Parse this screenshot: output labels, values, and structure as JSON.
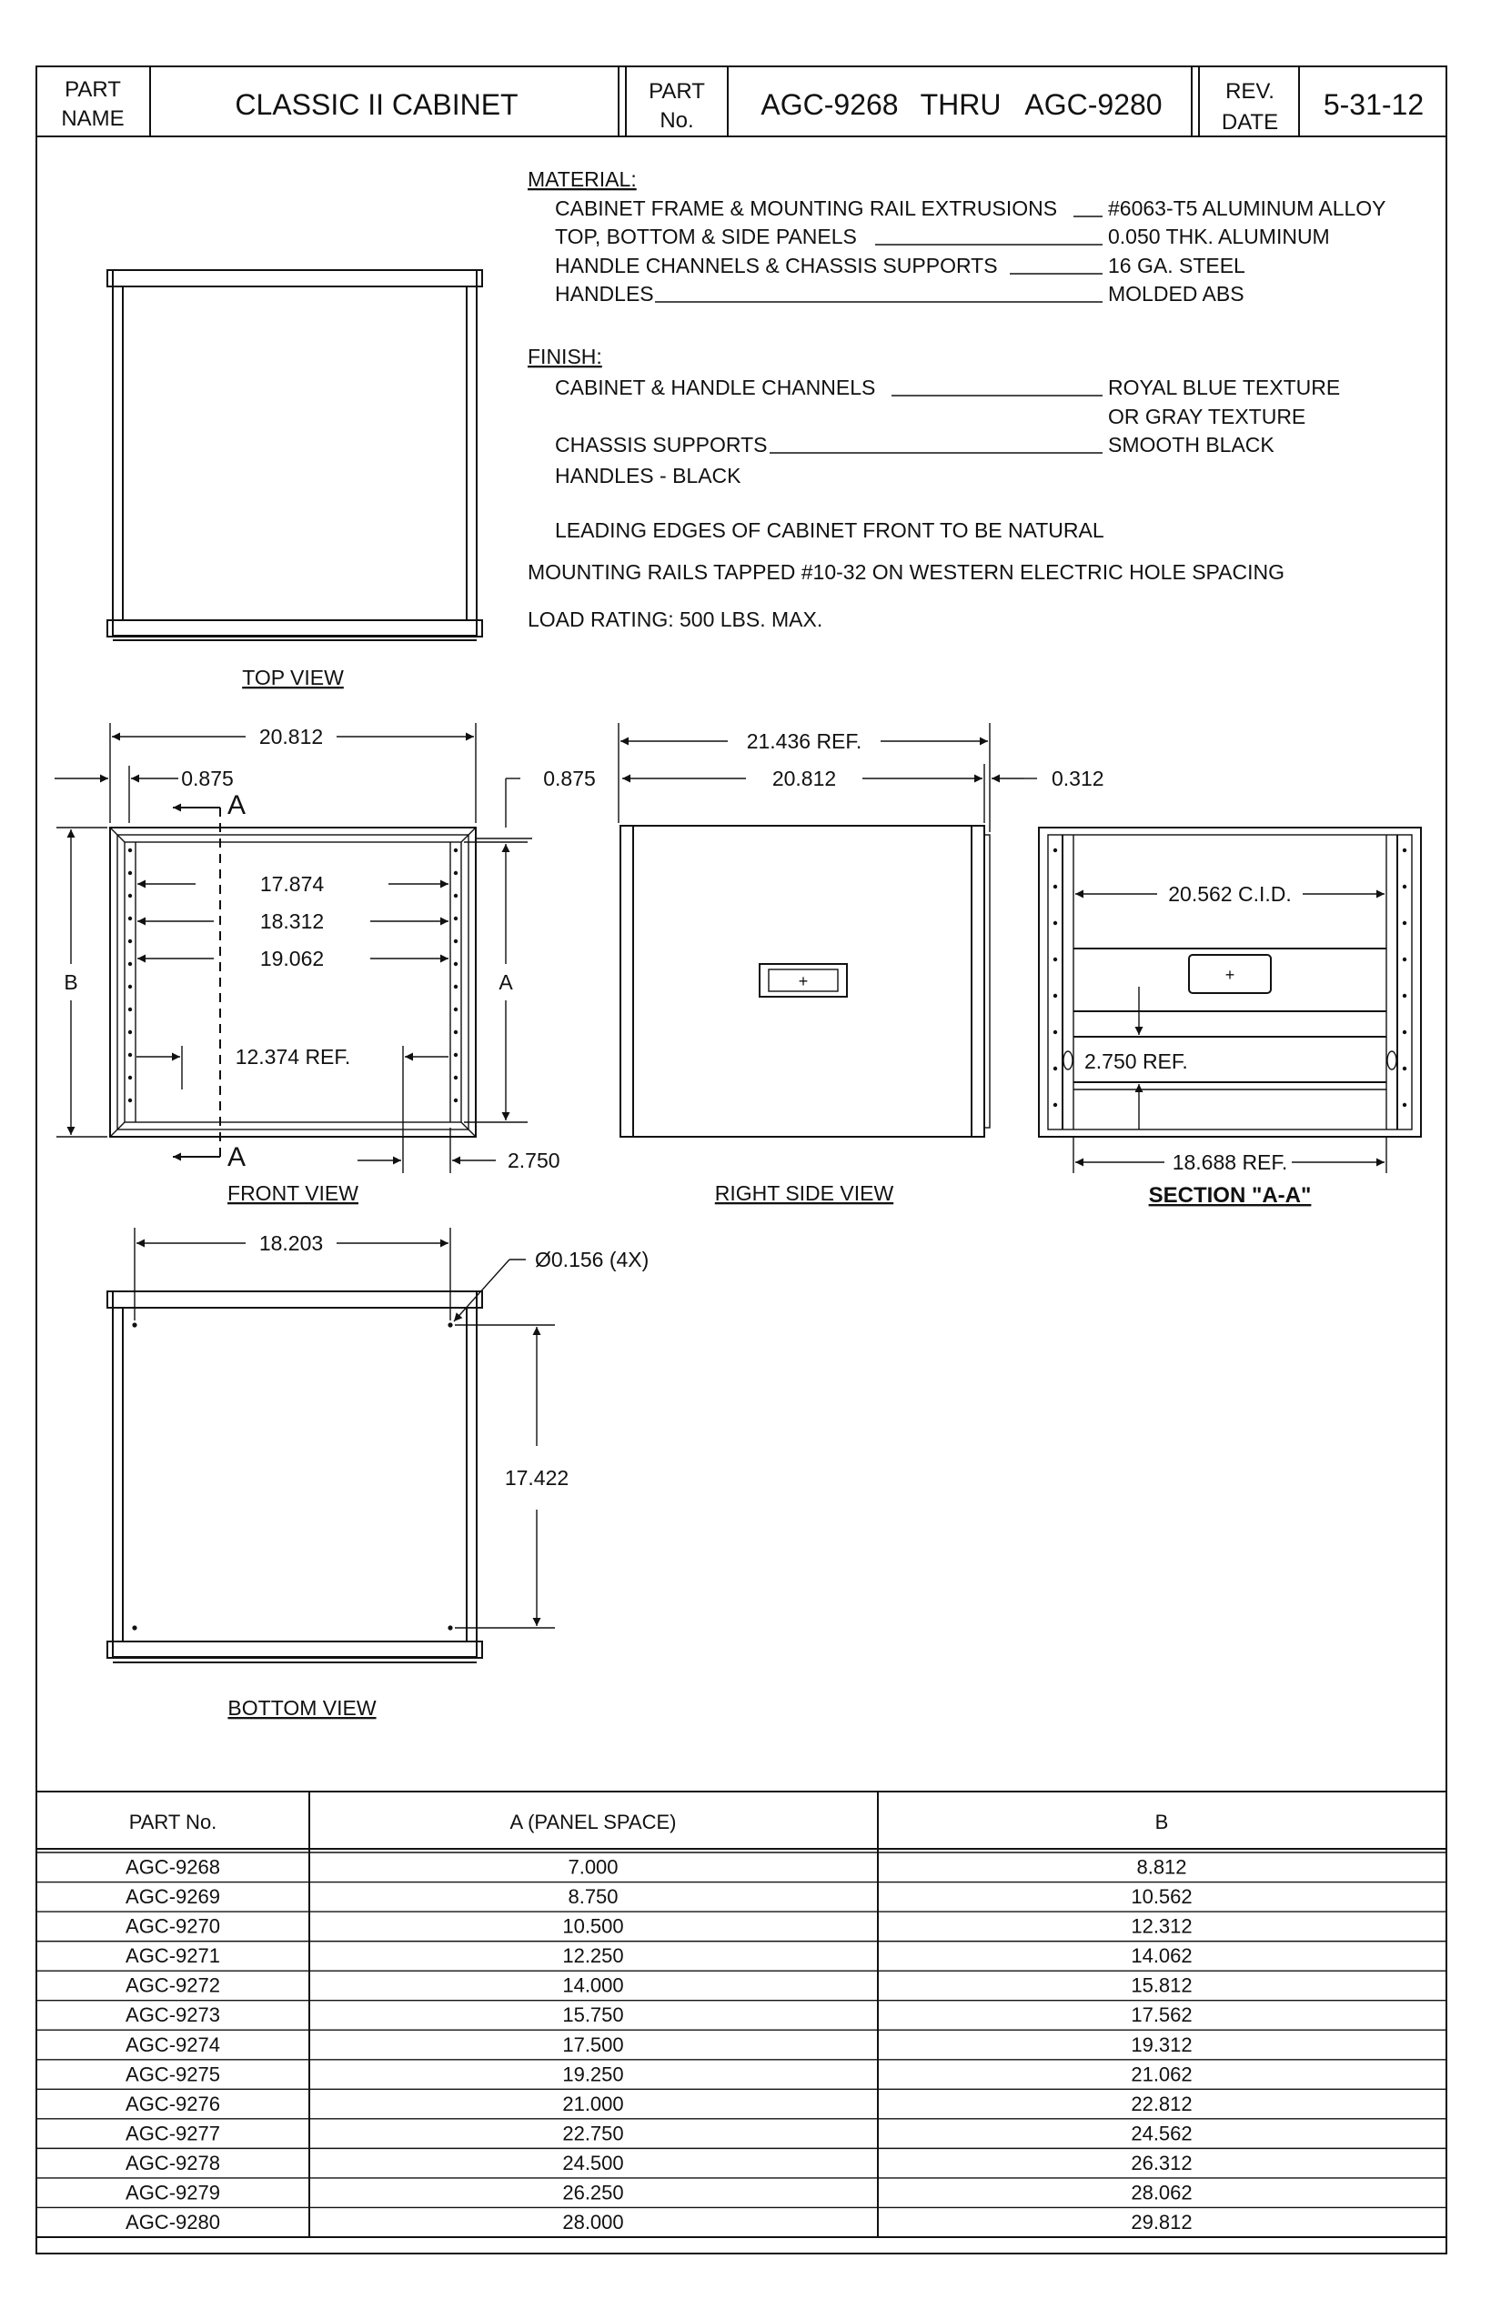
{
  "title_block": {
    "part_name_label_1": "PART",
    "part_name_label_2": "NAME",
    "part_name": "CLASSIC II CABINET",
    "part_no_label_1": "PART",
    "part_no_label_2": "No.",
    "part_no_from": "AGC-9268",
    "part_no_thru": "THRU",
    "part_no_to": "AGC-9280",
    "rev_label_1": "REV.",
    "rev_label_2": "DATE",
    "rev_date": "5-31-12"
  },
  "notes": {
    "material_heading": "MATERIAL:",
    "material": [
      {
        "item": "CABINET FRAME & MOUNTING RAIL EXTRUSIONS",
        "spec": "#6063-T5 ALUMINUM ALLOY"
      },
      {
        "item": "TOP, BOTTOM & SIDE PANELS",
        "spec": "0.050 THK. ALUMINUM"
      },
      {
        "item": "HANDLE CHANNELS & CHASSIS SUPPORTS",
        "spec": "16 GA. STEEL"
      },
      {
        "item": "HANDLES",
        "spec": "MOLDED ABS"
      }
    ],
    "finish_heading": "FINISH:",
    "finish_1_item": "CABINET & HANDLE CHANNELS",
    "finish_1_spec": "ROYAL BLUE TEXTURE",
    "finish_1_spec_2": "OR GRAY TEXTURE",
    "finish_2_item": "CHASSIS SUPPORTS",
    "finish_2_spec": "SMOOTH BLACK",
    "finish_3": "HANDLES - BLACK",
    "note_edges": "LEADING EDGES OF CABINET FRONT TO BE NATURAL",
    "note_rails": "MOUNTING RAILS TAPPED #10-32 ON WESTERN ELECTRIC HOLE SPACING",
    "note_load": "LOAD RATING:  500 LBS. MAX."
  },
  "views": {
    "top_view_label": "TOP VIEW",
    "front_view_label": "FRONT VIEW",
    "right_side_view_label": "RIGHT SIDE VIEW",
    "section_label": "SECTION \"A-A\"",
    "bottom_view_label": "BOTTOM VIEW"
  },
  "dimensions": {
    "front_width": "20.812",
    "front_left_offset": "0.875",
    "front_right_offset": "0.875",
    "section_mark": "A",
    "inner_1": "17.874",
    "inner_2": "18.312",
    "inner_3": "19.062",
    "inner_ref": "12.374 REF.",
    "height_b": "B",
    "height_a": "A",
    "front_bottom": "2.750",
    "side_overall": "21.436 REF.",
    "side_depth": "20.812",
    "side_lip": "0.312",
    "handle_symbol": "+",
    "section_cid": "20.562 C.I.D.",
    "section_ref_height": "2.750 REF.",
    "section_ref_width": "18.688 REF.",
    "bottom_width": "18.203",
    "bottom_holes": "Ø0.156 (4X)",
    "bottom_depth": "17.422"
  },
  "table": {
    "headers": [
      "PART No.",
      "A (PANEL SPACE)",
      "B"
    ],
    "rows": [
      [
        "AGC-9268",
        "7.000",
        "8.812"
      ],
      [
        "AGC-9269",
        "8.750",
        "10.562"
      ],
      [
        "AGC-9270",
        "10.500",
        "12.312"
      ],
      [
        "AGC-9271",
        "12.250",
        "14.062"
      ],
      [
        "AGC-9272",
        "14.000",
        "15.812"
      ],
      [
        "AGC-9273",
        "15.750",
        "17.562"
      ],
      [
        "AGC-9274",
        "17.500",
        "19.312"
      ],
      [
        "AGC-9275",
        "19.250",
        "21.062"
      ],
      [
        "AGC-9276",
        "21.000",
        "22.812"
      ],
      [
        "AGC-9277",
        "22.750",
        "24.562"
      ],
      [
        "AGC-9278",
        "24.500",
        "26.312"
      ],
      [
        "AGC-9279",
        "26.250",
        "28.062"
      ],
      [
        "AGC-9280",
        "28.000",
        "29.812"
      ]
    ]
  }
}
